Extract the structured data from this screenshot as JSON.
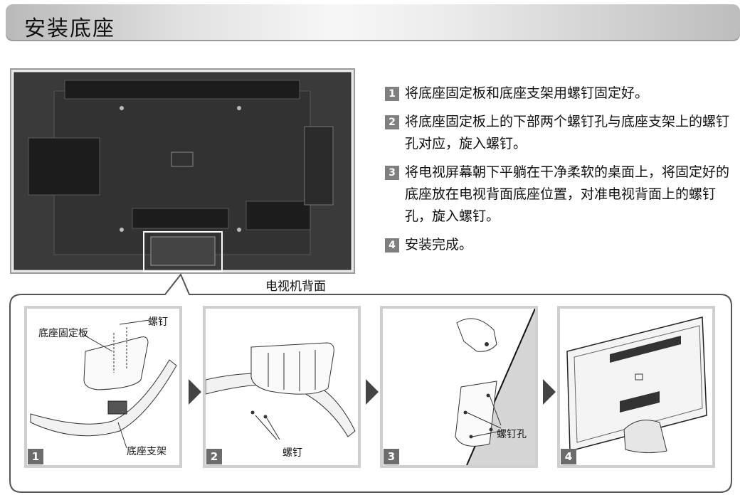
{
  "header": {
    "title": "安装底座"
  },
  "tv_back_label": "电视机背面",
  "steps": [
    {
      "num": "1",
      "text": "将底座固定板和底座支架用螺钉固定好。"
    },
    {
      "num": "2",
      "text": "将底座固定板上的下部两个螺钉孔与底座支架上的螺钉孔对应，旋入螺钉。"
    },
    {
      "num": "3",
      "text": "将电视屏幕朝下平躺在干净柔软的桌面上，将固定好的底座放在电视背面底座位置，对准电视背面上的螺钉孔，旋入螺钉。"
    },
    {
      "num": "4",
      "text": "安装完成。"
    }
  ],
  "panels": [
    {
      "num": "1",
      "labels": {
        "plate": "底座固定板",
        "screw": "螺钉",
        "stand": "底座支架"
      }
    },
    {
      "num": "2",
      "labels": {
        "screw": "螺钉"
      }
    },
    {
      "num": "3",
      "labels": {
        "screw_hole": "螺钉孔"
      }
    },
    {
      "num": "4"
    }
  ]
}
